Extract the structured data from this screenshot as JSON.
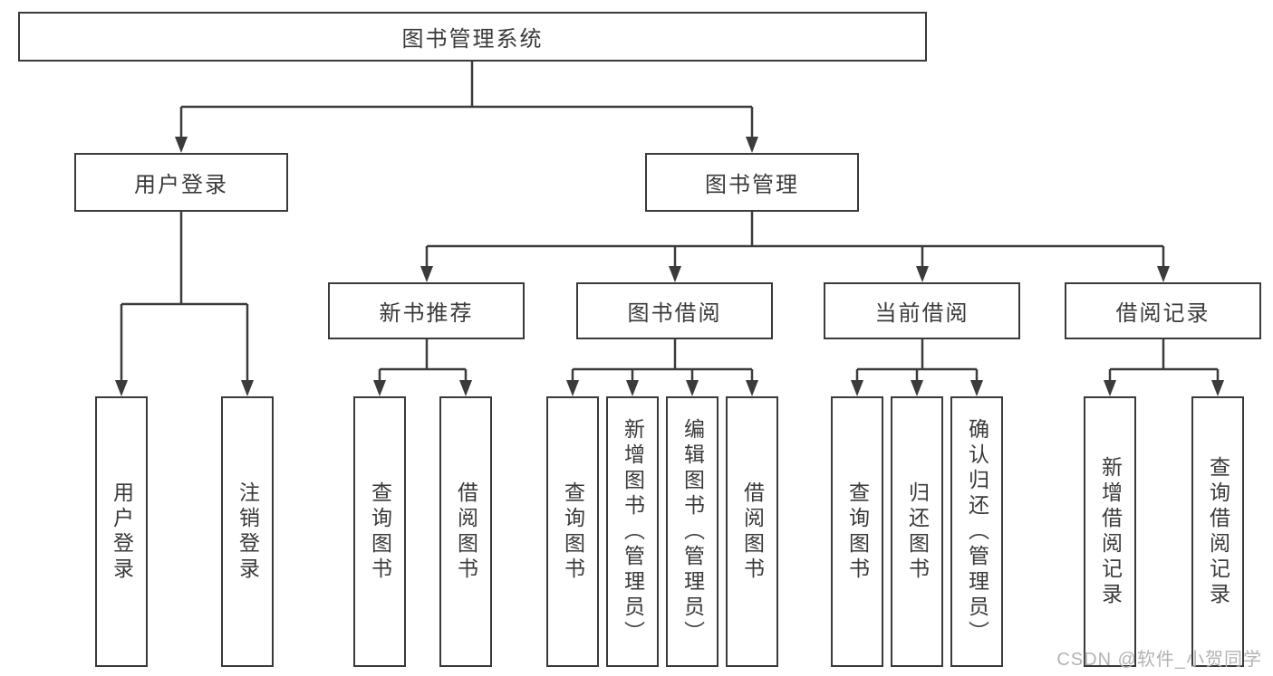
{
  "diagram": {
    "type": "hierarchy-tree",
    "title": "图书管理系统",
    "colors": {
      "line": "#3b3b3b",
      "box_border": "#3a3a3a",
      "text": "#3a3a3a",
      "background": "#ffffff",
      "watermark_text": "#b3b3b3"
    },
    "tree": {
      "label": "图书管理系统",
      "children": [
        {
          "label": "用户登录",
          "children": [
            {
              "label": "用户登录"
            },
            {
              "label": "注销登录"
            }
          ]
        },
        {
          "label": "图书管理",
          "children": [
            {
              "label": "新书推荐",
              "children": [
                {
                  "label": "查询图书"
                },
                {
                  "label": "借阅图书"
                }
              ]
            },
            {
              "label": "图书借阅",
              "children": [
                {
                  "label": "查询图书"
                },
                {
                  "label": "新增图书（管理员）"
                },
                {
                  "label": "编辑图书（管理员）"
                },
                {
                  "label": "借阅图书"
                }
              ]
            },
            {
              "label": "当前借阅",
              "children": [
                {
                  "label": "查询图书"
                },
                {
                  "label": "归还图书"
                },
                {
                  "label": "确认归还（管理员）"
                }
              ]
            },
            {
              "label": "借阅记录",
              "children": [
                {
                  "label": "新增借阅记录"
                },
                {
                  "label": "查询借阅记录"
                }
              ]
            }
          ]
        }
      ]
    },
    "watermark": {
      "text": "CSDN @软件_小贺同学"
    }
  }
}
